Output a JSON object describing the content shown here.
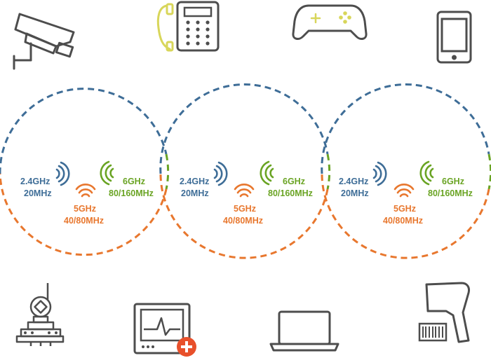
{
  "colors": {
    "band_24": "#3e6d97",
    "band_5": "#e8772e",
    "band_6": "#6aa424",
    "icon_stroke": "#4d4d4d",
    "phone_handset": "#d8d65a",
    "gamepad_buttons": "#d8d65a",
    "medical_badge": "#e8502b"
  },
  "cells": [
    {
      "band_24": {
        "freq": "2.4GHz",
        "width": "20MHz"
      },
      "band_5": {
        "freq": "5GHz",
        "width": "40/80MHz"
      },
      "band_6": {
        "freq": "6GHz",
        "width": "80/160MHz"
      }
    },
    {
      "band_24": {
        "freq": "2.4GHz",
        "width": "20MHz"
      },
      "band_5": {
        "freq": "5GHz",
        "width": "40/80MHz"
      },
      "band_6": {
        "freq": "6GHz",
        "width": "80/160MHz"
      }
    },
    {
      "band_24": {
        "freq": "2.4GHz",
        "width": "20MHz"
      },
      "band_5": {
        "freq": "5GHz",
        "width": "40/80MHz"
      },
      "band_6": {
        "freq": "6GHz",
        "width": "80/160MHz"
      }
    }
  ],
  "devices": {
    "top": [
      "security-camera-icon",
      "desk-phone-icon",
      "gamepad-icon",
      "tablet-icon"
    ],
    "bottom": [
      "industrial-sensor-icon",
      "medical-monitor-icon",
      "laptop-icon",
      "barcode-scanner-icon"
    ]
  }
}
